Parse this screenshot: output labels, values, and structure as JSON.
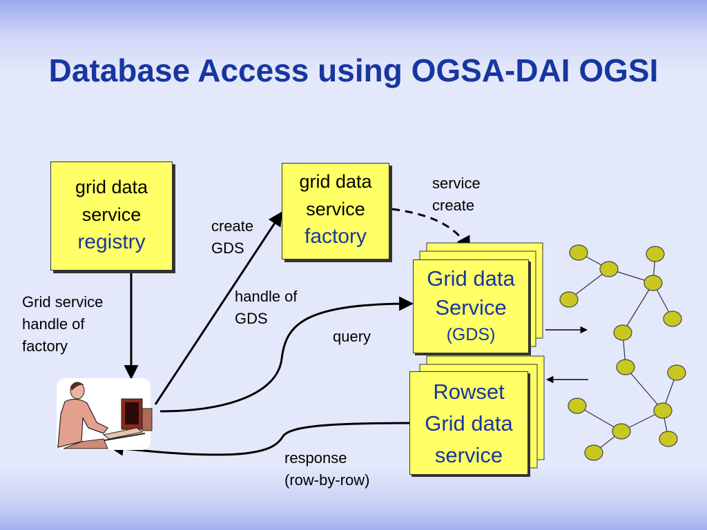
{
  "title": "Database Access using OGSA-DAI OGSI",
  "registry": {
    "line1": "grid data",
    "line2": "service",
    "line3": "registry"
  },
  "factory": {
    "line1": "grid data",
    "line2": "service",
    "line3": "factory"
  },
  "gds": {
    "line1": "Grid data",
    "line2": "Service",
    "line3": "(GDS)"
  },
  "rowset": {
    "line1": "Rowset",
    "line2": "Grid data",
    "line3": "service"
  },
  "labels": {
    "grid_service_handle": [
      "Grid service",
      "handle of",
      "factory"
    ],
    "create_gds": [
      "create",
      "GDS"
    ],
    "service_create": [
      "service",
      "create"
    ],
    "handle_of_gds": [
      "handle of",
      "GDS"
    ],
    "query": "query",
    "response": [
      "response",
      "(row-by-row)"
    ]
  },
  "colors": {
    "title": "#1736a0",
    "box_fill": "#ffff66",
    "node_fill": "#c8c820",
    "accent_text": "#1736a0"
  }
}
